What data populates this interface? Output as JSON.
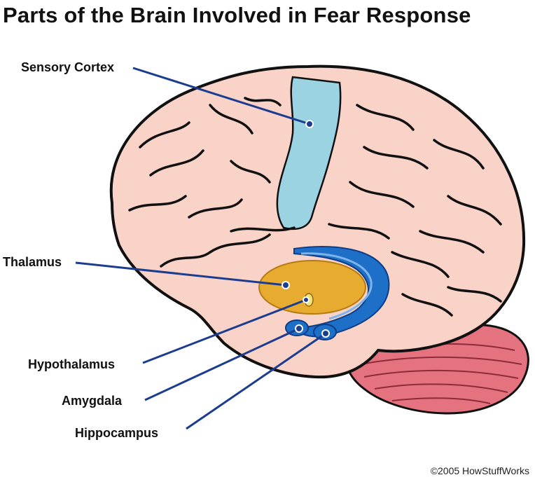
{
  "title": "Parts of the Brain Involved in Fear Response",
  "labels": {
    "sensory_cortex": "Sensory Cortex",
    "thalamus": "Thalamus",
    "hypothalamus": "Hypothalamus",
    "amygdala": "Amygdala",
    "hippocampus": "Hippocampus"
  },
  "credit": "©2005 HowStuffWorks",
  "colors": {
    "cortex": "#f9d2c8",
    "sensory_cortex": "#9cd3e2",
    "thalamus": "#e7ac2f",
    "hypothalamus": "#f4e27a",
    "amygdala_hippocampus": "#1e6fc7",
    "cerebellum": "#e4727f",
    "leader_line": "#1c3d8f"
  }
}
